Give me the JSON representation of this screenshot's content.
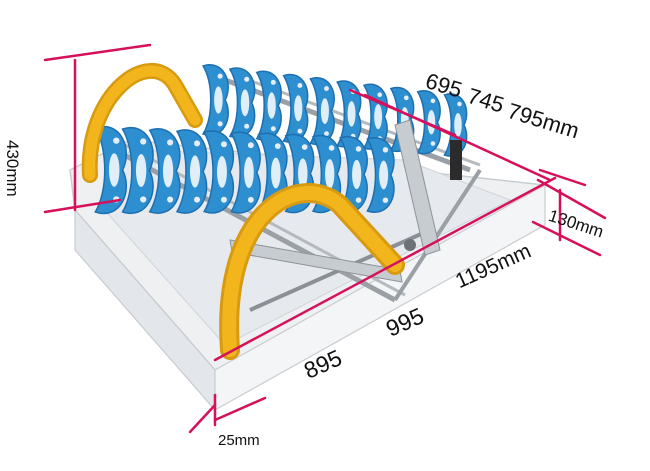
{
  "colors": {
    "dimension_line": "#d6105a",
    "frame": "#eef0f2",
    "frame_edge": "#c9ccd0",
    "tread": "#2e8fd0",
    "tread_dark": "#1d6fb0",
    "rail": "#9aa0a6",
    "handrail": "#f2b51c",
    "handrail_dark": "#d89a10"
  },
  "dimensions": {
    "height_label": "430mm",
    "width_options": [
      "695",
      "745",
      "795mm"
    ],
    "depth_label": "130mm",
    "length_options": [
      "895",
      "995",
      "1195mm"
    ],
    "frame_label": "25mm"
  },
  "icons": [
    "handrail-icon",
    "ladder-tread-icon",
    "hinge-arm-icon",
    "dimension-arrow-icon"
  ]
}
